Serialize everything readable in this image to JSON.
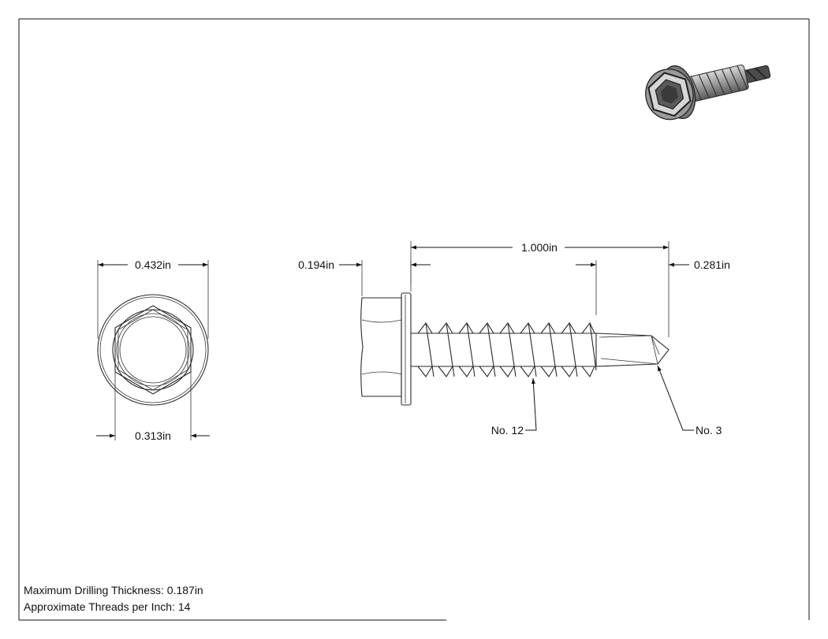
{
  "dimensions": {
    "flange_diameter": "0.432in",
    "hex_across_flats": "0.313in",
    "head_height": "0.194in",
    "length": "1.000in",
    "drill_point_length": "0.281in"
  },
  "callouts": {
    "thread_size": "No. 12",
    "drill_point_size": "No. 3"
  },
  "notes": {
    "max_drilling_thickness": "Maximum Drilling Thickness: 0.187in",
    "threads_per_inch": "Approximate Threads per Inch: 14"
  }
}
